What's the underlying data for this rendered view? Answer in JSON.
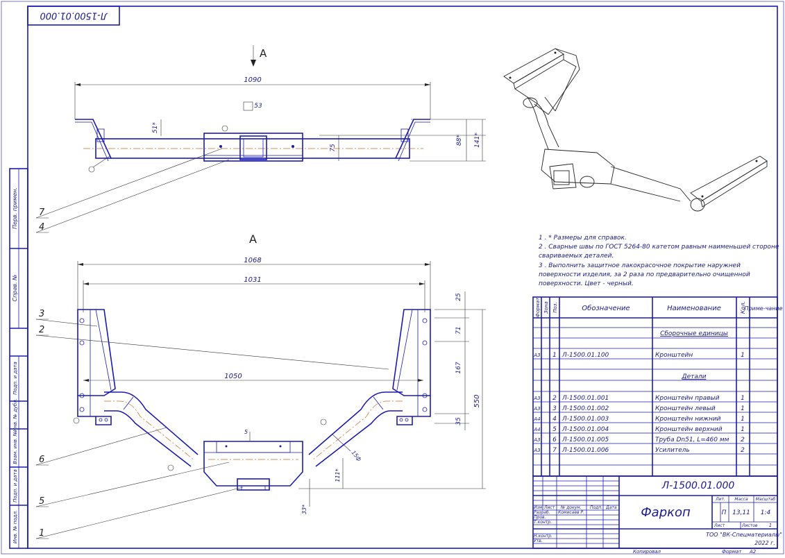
{
  "sheet": {
    "stamp_code_rotated": "Л-1500.01.000",
    "left_strip": [
      "Перв. примен.",
      "Справ. №",
      "Подп. и дата",
      "Инв. № дубл.",
      "Взам. инв. №",
      "Подп. и дата",
      "Инв. № подл."
    ],
    "bottom_copy": "Копировал",
    "bottom_format_label": "Формат",
    "bottom_format_value": "А2"
  },
  "view_top": {
    "arrow_label": "А",
    "dims": {
      "overall": "1090",
      "tube": "53",
      "h_small": "51*",
      "h_mid": "88*",
      "h_big": "141*",
      "h_75": "75"
    }
  },
  "view_a": {
    "label": "А",
    "dims": {
      "d1068": "1068",
      "d1031": "1031",
      "d1050": "1050",
      "d25": "25",
      "d71": "71",
      "d167": "167",
      "d550": "550",
      "d35": "35",
      "d5": "5",
      "d15": "15ф",
      "d111": "111*",
      "d33": "33*"
    }
  },
  "callouts": [
    "7",
    "4",
    "3",
    "2",
    "6",
    "5",
    "1"
  ],
  "notes": [
    "1 . * Размеры для справок.",
    "2 . Сварные швы по ГОСТ 5264-80 катетом равным наименьшей стороне",
    "свариваемых деталей.",
    "3 . Выполнить защитное лакокрасочное покрытие наружней",
    "поверхности изделия, за 2 раза по предварительно очищенной",
    "поверхности. Цвет - черный."
  ],
  "spec": {
    "headers": {
      "format": "Формат",
      "zone": "Зона",
      "pos": "Поз.",
      "designation": "Обозначение",
      "name": "Наименование",
      "qty": "Кол.",
      "note": "Приме-чание"
    },
    "section_assembly": "Сборочные единицы",
    "section_parts": "Детали",
    "rows": [
      {
        "format": "А3",
        "pos": "1",
        "designation": "Л-1500.01.100",
        "name": "Кронштейн",
        "qty": "1"
      },
      {
        "format": "А3",
        "pos": "2",
        "designation": "Л-1500.01.001",
        "name": "Кронштейн правый",
        "qty": "1"
      },
      {
        "format": "А3",
        "pos": "3",
        "designation": "Л-1500.01.002",
        "name": "Кронштейн левый",
        "qty": "1"
      },
      {
        "format": "А4",
        "pos": "4",
        "designation": "Л-1500.01.003",
        "name": "Кронштейн нижний",
        "qty": "1"
      },
      {
        "format": "А4",
        "pos": "5",
        "designation": "Л-1500.01.004",
        "name": "Кронштейн верхний",
        "qty": "1"
      },
      {
        "format": "А3",
        "pos": "6",
        "designation": "Л-1500.01.005",
        "name": "Труба Dn51, L=460 мм",
        "qty": "2"
      },
      {
        "format": "А3",
        "pos": "7",
        "designation": "Л-1500.01.006",
        "name": "Усилитель",
        "qty": "2"
      }
    ]
  },
  "title_block": {
    "code": "Л-1500.01.000",
    "product": "Фаркоп",
    "hdr_izm": "Изм.",
    "hdr_list": "Лист",
    "hdr_doc": "№ докум.",
    "hdr_sign": "Подп.",
    "hdr_date": "Дата",
    "razrab": "Разраб.",
    "razrab_name": "Комисаев Р.",
    "prov": "Пров.",
    "tkontr": "Т.контр.",
    "nkontr": "Н.контр.",
    "utv": "Утв.",
    "lit_label": "Лит.",
    "mass_label": "Масса",
    "scale_label": "Масштаб",
    "lit": "П",
    "mass": "13,11",
    "scale": "1:4",
    "sheet_label": "Лист",
    "sheets_label": "Листов",
    "sheets": "1",
    "org": "ТОО \"ВК-Спецматериалы\"",
    "year": "2022 г."
  }
}
